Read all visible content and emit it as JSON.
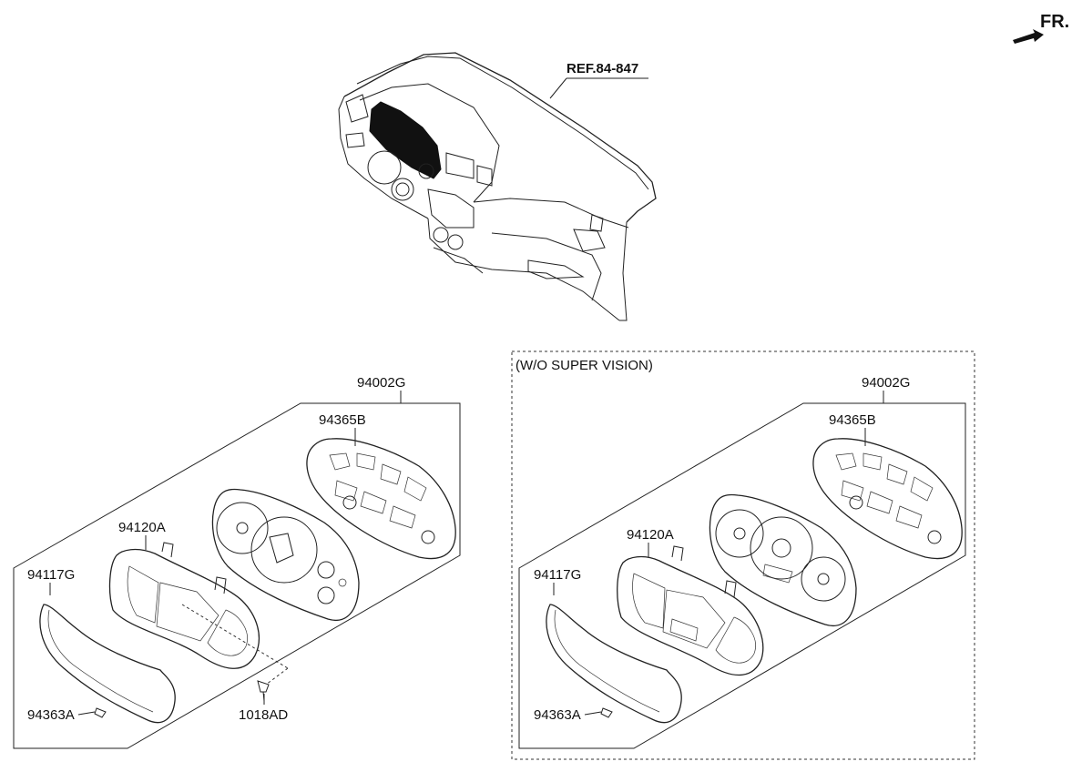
{
  "header": {
    "fr_label": "FR.",
    "ref_label": "REF.84-847"
  },
  "left_group": {
    "assembly": "94002G",
    "case": "94365B",
    "housing": "94120A",
    "lens": "94117G",
    "clip": "94363A",
    "screw": "1018AD"
  },
  "right_group": {
    "box_title": "(W/O SUPER VISION)",
    "assembly": "94002G",
    "case": "94365B",
    "housing": "94120A",
    "lens": "94117G",
    "clip": "94363A"
  }
}
